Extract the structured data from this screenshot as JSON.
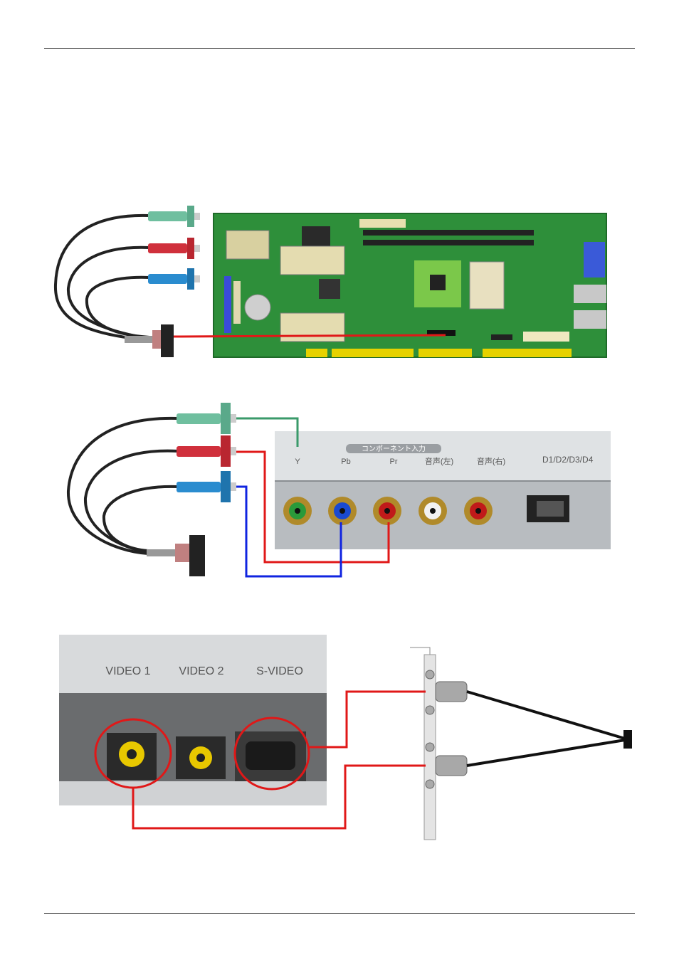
{
  "figure2": {
    "section_title": "コンポーネント入力",
    "jack_labels": [
      "Y",
      "Pb",
      "Pr",
      "音声(左)",
      "音声(右)"
    ],
    "right_label": "D1/D2/D3/D4"
  },
  "figure3": {
    "labels": [
      "VIDEO 1",
      "VIDEO 2",
      "S-VIDEO"
    ]
  },
  "colors": {
    "pcb_green": "#2e8f3a",
    "wire_red": "#e01818",
    "wire_blue": "#1024e0",
    "wire_green": "#3a9a6a",
    "jack_green": "#6fbf9f",
    "jack_red": "#d0303c",
    "jack_blue": "#2a8ccf"
  }
}
